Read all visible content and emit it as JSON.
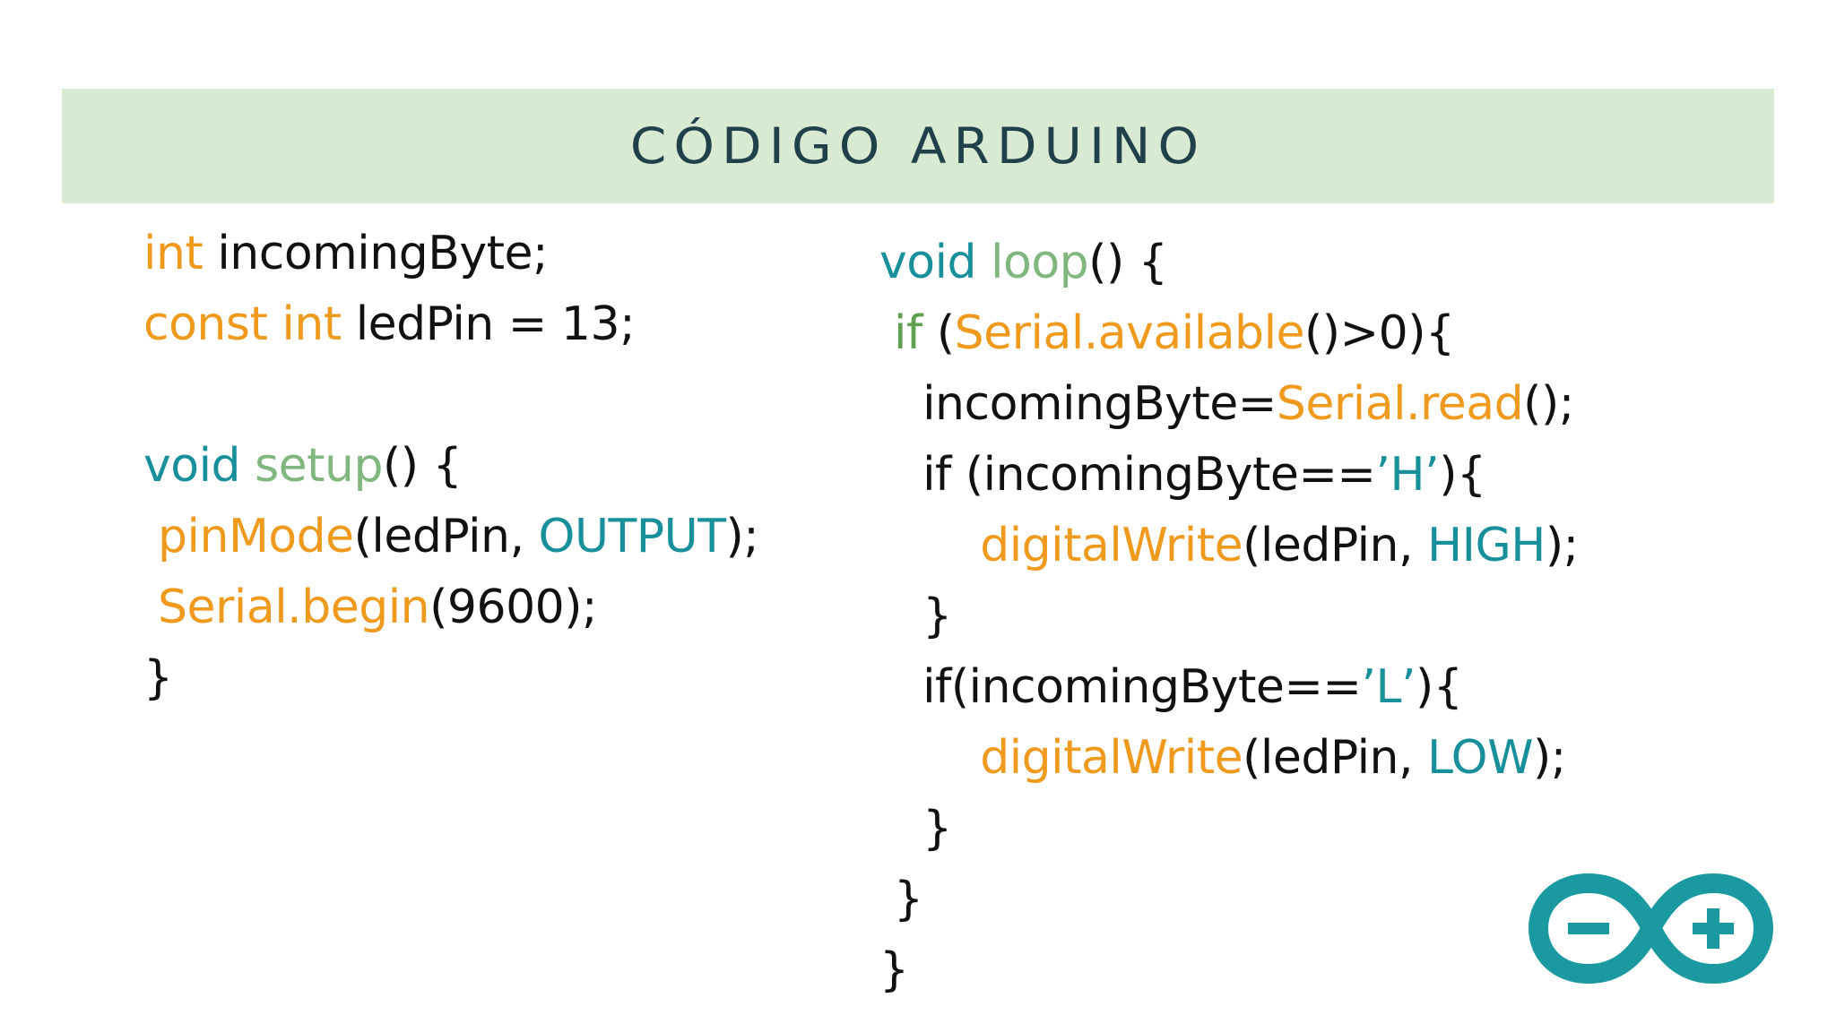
{
  "slide": {
    "title": "CÓDIGO ARDUINO"
  },
  "code_left": {
    "lines": [
      [
        {
          "t": "int",
          "c": "orange"
        },
        {
          "t": " incomingByte;",
          "c": "plain"
        }
      ],
      [
        {
          "t": "const int",
          "c": "orange"
        },
        {
          "t": " ledPin = 13;",
          "c": "plain"
        }
      ],
      [],
      [
        {
          "t": "void",
          "c": "teal"
        },
        {
          "t": " ",
          "c": "plain"
        },
        {
          "t": "setup",
          "c": "green"
        },
        {
          "t": "() {",
          "c": "plain"
        }
      ],
      [
        {
          "t": " ",
          "c": "plain"
        },
        {
          "t": "pinMode",
          "c": "orange"
        },
        {
          "t": "(ledPin, ",
          "c": "plain"
        },
        {
          "t": "OUTPUT",
          "c": "teal"
        },
        {
          "t": ");",
          "c": "plain"
        }
      ],
      [
        {
          "t": " ",
          "c": "plain"
        },
        {
          "t": "Serial.begin",
          "c": "orange"
        },
        {
          "t": "(9600);",
          "c": "plain"
        }
      ],
      [
        {
          "t": "}",
          "c": "plain"
        }
      ]
    ]
  },
  "code_right": {
    "lines": [
      [
        {
          "t": "void",
          "c": "teal"
        },
        {
          "t": " ",
          "c": "plain"
        },
        {
          "t": "loop",
          "c": "green"
        },
        {
          "t": "() {",
          "c": "plain"
        }
      ],
      [
        {
          "t": " ",
          "c": "plain"
        },
        {
          "t": "if",
          "c": "ifgreen"
        },
        {
          "t": " (",
          "c": "plain"
        },
        {
          "t": "Serial.available",
          "c": "orange"
        },
        {
          "t": "()>0){",
          "c": "plain"
        }
      ],
      [
        {
          "t": "   incomingByte=",
          "c": "plain"
        },
        {
          "t": "Serial.read",
          "c": "orange"
        },
        {
          "t": "();",
          "c": "plain"
        }
      ],
      [
        {
          "t": "   if (incomingByte==",
          "c": "plain"
        },
        {
          "t": "’H’",
          "c": "teal"
        },
        {
          "t": "){",
          "c": "plain"
        }
      ],
      [
        {
          "t": "       ",
          "c": "plain"
        },
        {
          "t": "digitalWrite",
          "c": "orange"
        },
        {
          "t": "(ledPin, ",
          "c": "plain"
        },
        {
          "t": "HIGH",
          "c": "teal"
        },
        {
          "t": ");",
          "c": "plain"
        }
      ],
      [
        {
          "t": "   }",
          "c": "plain"
        }
      ],
      [
        {
          "t": "   if(incomingByte==",
          "c": "plain"
        },
        {
          "t": "’L’",
          "c": "teal"
        },
        {
          "t": "){",
          "c": "plain"
        }
      ],
      [
        {
          "t": "       ",
          "c": "plain"
        },
        {
          "t": "digitalWrite",
          "c": "orange"
        },
        {
          "t": "(ledPin, ",
          "c": "plain"
        },
        {
          "t": "LOW",
          "c": "teal"
        },
        {
          "t": ");",
          "c": "plain"
        }
      ],
      [
        {
          "t": "   }",
          "c": "plain"
        }
      ],
      [
        {
          "t": " }",
          "c": "plain"
        }
      ],
      [
        {
          "t": "}",
          "c": "plain"
        }
      ]
    ]
  },
  "colors": {
    "banner_bg": "#d9ead3",
    "title": "#21414a",
    "orange": "#ef9a1c",
    "teal": "#17909c",
    "green": "#7fb77e",
    "logo": "#1a9aa0"
  },
  "icons": {
    "logo": "arduino-infinity-logo"
  }
}
